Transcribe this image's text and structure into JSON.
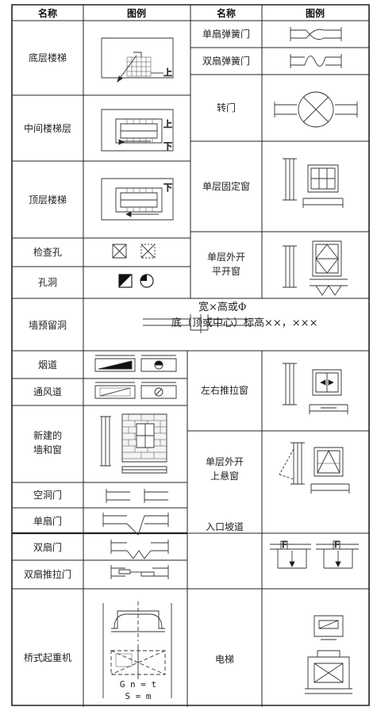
{
  "header": {
    "left_name": "名称",
    "left_legend": "图例",
    "right_name": "名称",
    "right_legend": "图例"
  },
  "left_rows": [
    {
      "label": "底层楼梯",
      "icon": "ground-floor-stair-icon"
    },
    {
      "label": "中间楼梯层",
      "icon": "middle-floor-stair-icon"
    },
    {
      "label": "顶层楼梯",
      "icon": "top-floor-stair-icon"
    },
    {
      "label": "检查孔",
      "icon": "inspection-hole-icon"
    },
    {
      "label": "孔洞",
      "icon": "opening-icon"
    },
    {
      "label": "墙预留洞",
      "icon": "reserved-wall-opening-icon"
    },
    {
      "label": "烟道",
      "icon": "flue-icon"
    },
    {
      "label": "通风道",
      "icon": "ventilation-duct-icon"
    },
    {
      "label_lines": [
        "新建的",
        "墙和窗"
      ],
      "icon": "new-wall-window-icon"
    },
    {
      "label": "空洞门",
      "icon": "empty-doorway-icon"
    },
    {
      "label": "单扇门",
      "icon": "single-leaf-door-icon"
    },
    {
      "label": "双扇门",
      "icon": "double-leaf-door-icon"
    },
    {
      "label": "双扇推拉门",
      "icon": "double-sliding-door-icon"
    },
    {
      "label": "桥式起重机",
      "icon": "bridge-crane-icon"
    }
  ],
  "right_rows": [
    {
      "label": "单扇弹簧门",
      "icon": "single-spring-door-icon"
    },
    {
      "label": "双扇弹簧门",
      "icon": "double-spring-door-icon"
    },
    {
      "label": "转门",
      "icon": "revolving-door-icon"
    },
    {
      "label": "单层固定窗",
      "icon": "single-fixed-window-icon"
    },
    {
      "label_lines": [
        "单层外开",
        "平开窗"
      ],
      "icon": "outward-casement-window-icon"
    },
    {
      "label": "左右推拉窗",
      "icon": "sliding-window-icon"
    },
    {
      "label_lines": [
        "单层外开",
        "上悬窗"
      ],
      "icon": "top-hung-window-icon"
    },
    {
      "label": "入口坡道",
      "icon": "entrance-ramp-icon"
    },
    {
      "label": "电梯",
      "icon": "elevator-icon"
    }
  ],
  "wall_opening_note": {
    "line1": "宽×高或Φ",
    "line2": "底（顶或中心）标高××，×××"
  },
  "crane_note": {
    "line1": "G n = t",
    "line2": "S = m"
  }
}
